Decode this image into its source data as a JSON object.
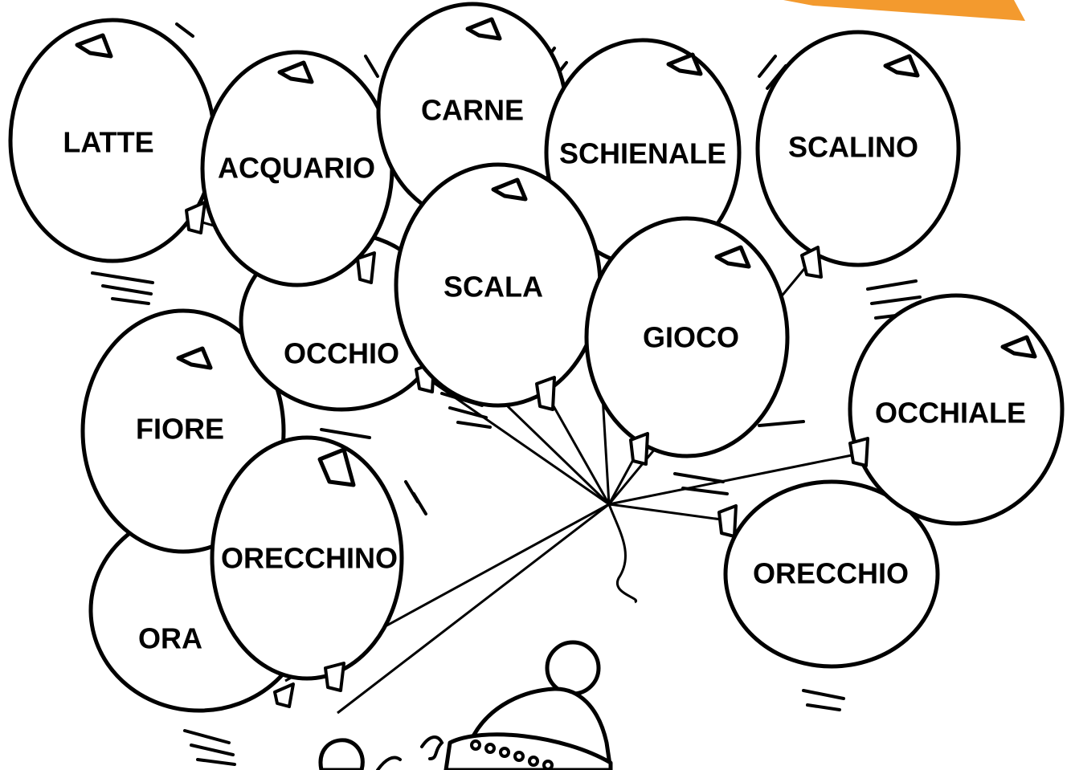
{
  "colors": {
    "accent": "#f39a2e",
    "ink": "#000000",
    "paper": "#ffffff"
  },
  "balloons": [
    {
      "name": "balloon-ora",
      "label": "ORA"
    },
    {
      "name": "balloon-fiore",
      "label": "FIORE"
    },
    {
      "name": "balloon-latte",
      "label": "LATTE"
    },
    {
      "name": "balloon-occhio",
      "label": "OCCHIO"
    },
    {
      "name": "balloon-acquario",
      "label": "ACQUARIO"
    },
    {
      "name": "balloon-carne",
      "label": "CARNE"
    },
    {
      "name": "balloon-schienale",
      "label": "SCHIENALE"
    },
    {
      "name": "balloon-scalino",
      "label": "SCALINO"
    },
    {
      "name": "balloon-scala",
      "label": "SCALA"
    },
    {
      "name": "balloon-gioco",
      "label": "GIOCO"
    },
    {
      "name": "balloon-occhiale",
      "label": "OCCHIALE"
    },
    {
      "name": "balloon-orecchio",
      "label": "ORECCHIO"
    },
    {
      "name": "balloon-orecchino",
      "label": "ORECCHINO"
    }
  ]
}
